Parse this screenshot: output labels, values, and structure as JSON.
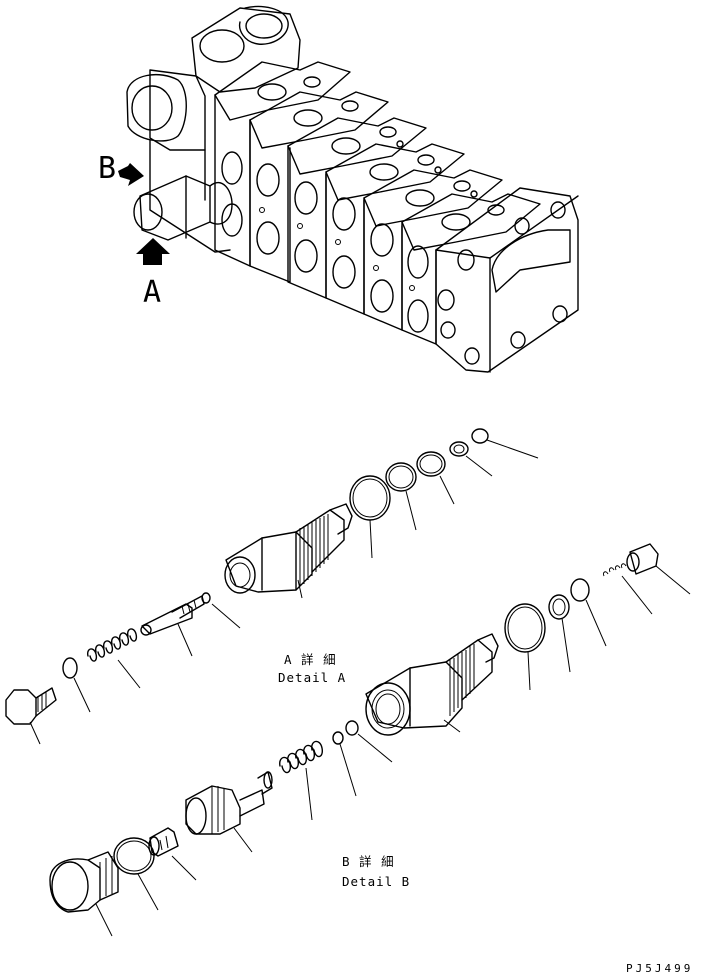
{
  "labels": {
    "arrow_b": "B",
    "arrow_a": "A",
    "detail_a_jp": "A 詳 細",
    "detail_a_en": "Detail A",
    "detail_b_jp": "B 詳 細",
    "detail_b_en": "Detail B",
    "drawing_code": "PJ5J499"
  }
}
